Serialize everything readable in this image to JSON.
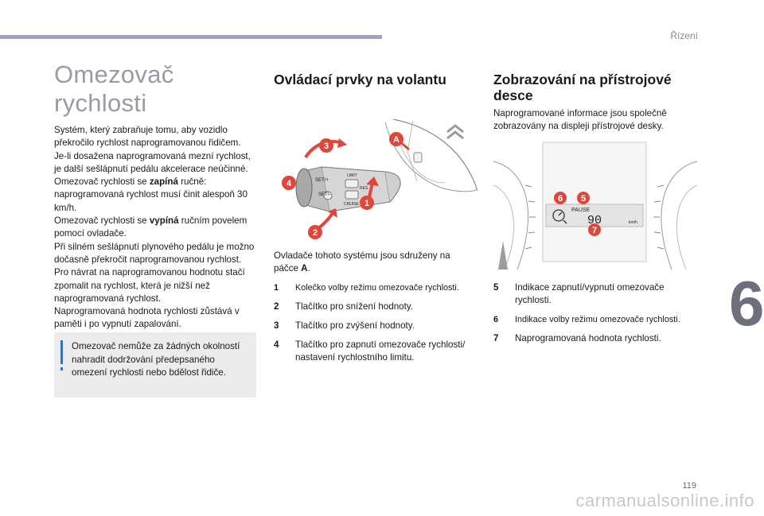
{
  "header": {
    "section": "Řízení"
  },
  "chapter_number": "6",
  "page_number": "119",
  "watermark": "carmanualsonline.info",
  "left": {
    "title": "Omezovač rychlosti",
    "paragraphs": [
      {
        "pre": "Systém, který zabraňuje tomu, aby vozidlo překročilo rychlost naprogramovanou řidičem.",
        "bold": "",
        "post": ""
      },
      {
        "pre": "Je-li dosažena naprogramovaná mezní rychlost, je další sešlápnutí pedálu akcelerace neúčinné.",
        "bold": "",
        "post": ""
      },
      {
        "pre": "Omezovač rychlosti se ",
        "bold": "zapíná",
        "post": " ručně: naprogramovaná rychlost musí činit alespoň 30 km/h."
      },
      {
        "pre": "Omezovač rychlosti se ",
        "bold": "vypíná",
        "post": " ručním povelem pomocí ovladače."
      },
      {
        "pre": "Při silném sešlápnutí plynového pedálu je možno dočasně překročit naprogramovanou rychlost.",
        "bold": "",
        "post": ""
      },
      {
        "pre": "Pro návrat na naprogramovanou hodnotu stačí zpomalit na rychlost, která je nižší než naprogramovaná rychlost.",
        "bold": "",
        "post": ""
      },
      {
        "pre": "Naprogramovaná hodnota rychlosti zůstává v paměti i po vypnutí zapalování.",
        "bold": "",
        "post": ""
      }
    ],
    "note": "Omezovač nemůže za žádných okolností nahradit dodržování předepsaného omezení rychlosti nebo bdělost řidiče."
  },
  "middle": {
    "title": "Ovládací prvky na volantu",
    "intro_pre": "Ovladače tohoto systému jsou sdruženy na páčce ",
    "intro_bold": "A",
    "intro_post": ".",
    "items": [
      {
        "num": "1",
        "text": "Kolečko volby režimu omezovače rychlosti."
      },
      {
        "num": "2",
        "text": "Tlačítko pro snížení hodnoty."
      },
      {
        "num": "3",
        "text": "Tlačítko pro zvýšení hodnoty."
      },
      {
        "num": "4",
        "text": "Tlačítko pro zapnutí omezovače rychlosti/ nastavení rychlostního limitu."
      }
    ],
    "figure": {
      "callouts": [
        "3",
        "A",
        "4",
        "1",
        "2"
      ],
      "labels": [
        "SET/+",
        "LIMIT",
        "SET/-",
        "CRUISE",
        "RES"
      ],
      "accent": "#e0463a"
    }
  },
  "right": {
    "title_line1": "Zobrazování na přístrojové",
    "title_line2": "desce",
    "intro": "Naprogramované informace jsou společně zobrazovány na displeji přístrojové desky.",
    "items": [
      {
        "num": "5",
        "text": "Indikace zapnutí/vypnutí omezovače rychlosti."
      },
      {
        "num": "6",
        "text": "Indikace volby režimu omezovače rychlosti."
      },
      {
        "num": "7",
        "text": "Naprogramovaná hodnota rychlosti."
      }
    ],
    "figure": {
      "callouts": [
        "6",
        "5",
        "7"
      ],
      "display_status": "PAUSE",
      "display_value": "90",
      "display_unit": "km/h"
    }
  },
  "colors": {
    "title_gray": "#9a9aa6",
    "topbar": "#a99fb8",
    "info_accent": "#3d6fb5",
    "callout_red": "#e0463a"
  }
}
